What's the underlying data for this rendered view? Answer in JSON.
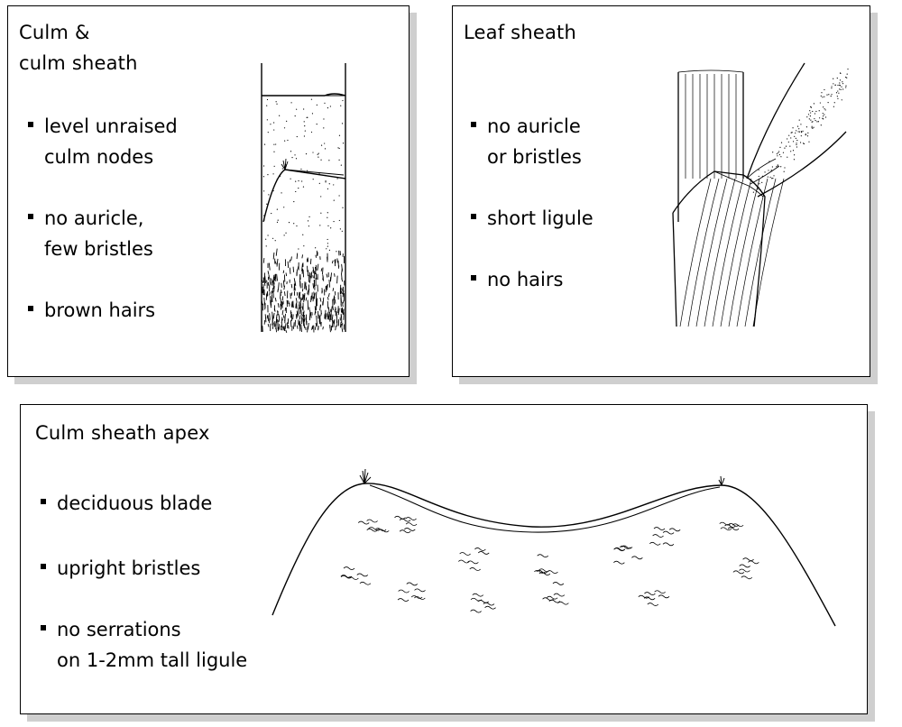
{
  "panels": {
    "culm": {
      "title_lines": [
        "Culm &",
        "culm sheath"
      ],
      "bullets": [
        {
          "lines": [
            "level unraised",
            "culm nodes"
          ]
        },
        {
          "lines": [
            "no auricle,",
            "few bristles"
          ]
        },
        {
          "lines": [
            "brown hairs"
          ]
        }
      ]
    },
    "leaf": {
      "title": "Leaf sheath",
      "bullets": [
        {
          "lines": [
            "no auricle",
            "or bristles"
          ]
        },
        {
          "lines": [
            "short  ligule"
          ]
        },
        {
          "lines": [
            "no hairs"
          ]
        }
      ]
    },
    "apex": {
      "title": "Culm sheath apex",
      "bullets": [
        {
          "lines": [
            "deciduous blade"
          ]
        },
        {
          "lines": [
            "upright bristles"
          ]
        },
        {
          "lines": [
            "no serrations",
            "on 1-2mm tall ligule"
          ]
        }
      ]
    }
  }
}
